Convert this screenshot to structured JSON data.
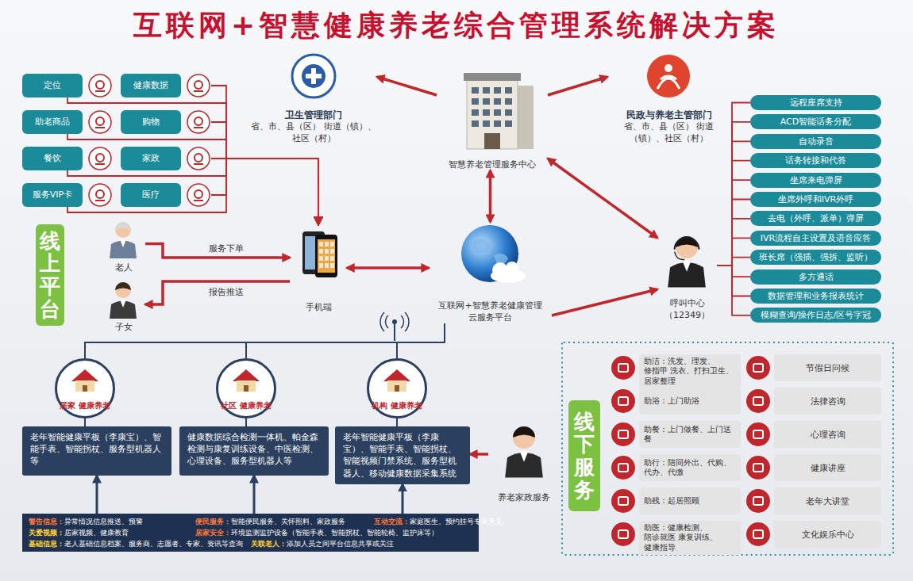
{
  "diagram": {
    "title": "互联网+智慧健康养老综合管理系统解决方案",
    "nodes": [
      {
        "text": [
          "定位"
        ]
      },
      {
        "text": [
          "健康数据"
        ]
      },
      {
        "text": [
          "助老商品"
        ]
      },
      {
        "text": [
          "购物"
        ]
      },
      {
        "text": [
          "餐饮"
        ]
      },
      {
        "text": [
          "家政"
        ]
      },
      {
        "text": [
          "服务VIP卡"
        ]
      },
      {
        "text": [
          "医疗"
        ]
      },
      {
        "text": [
          "卫生管理部门",
          "省、市、县（区） 街道（镇）、社区（村）"
        ]
      },
      {
        "text": [
          "智慧养老管理服务中心"
        ]
      },
      {
        "text": [
          "民政与养老主管部门",
          "省、市、县（区） 街道（镇）、社区（村）"
        ]
      },
      {
        "text": [
          "远程座席支持"
        ]
      },
      {
        "text": [
          "ACD智能话务分配"
        ]
      },
      {
        "text": [
          "自动录音"
        ]
      },
      {
        "text": [
          "话务转接和代答"
        ]
      },
      {
        "text": [
          "坐席来电弹屏"
        ]
      },
      {
        "text": [
          "坐席外呼和IVR外呼"
        ]
      },
      {
        "text": [
          "去电（外呼、派单）弹屏"
        ]
      },
      {
        "text": [
          "IVR流程自主设置及语音应答"
        ]
      },
      {
        "text": [
          "班长席（强插、强拆、监听）"
        ]
      },
      {
        "text": [
          "多方通话"
        ]
      },
      {
        "text": [
          "数据管理和业务报表统计"
        ]
      },
      {
        "text": [
          "模糊查询/操作日志/区号字冠"
        ]
      },
      {
        "text": [
          "线上平台"
        ]
      },
      {
        "text": [
          "老人"
        ]
      },
      {
        "text": [
          "子女"
        ]
      },
      {
        "text": [
          "手机端"
        ]
      },
      {
        "text": [
          "互联网+智慧养老健康管理 云服务平台"
        ]
      },
      {
        "text": [
          "呼叫中心 （12349）"
        ]
      },
      {
        "text": [
          "居家 健康养老"
        ]
      },
      {
        "text": [
          "社区 健康养老"
        ]
      },
      {
        "text": [
          "机构 健康养老"
        ]
      },
      {
        "text": [
          "老年智能健康平板（李康宝）、智能手表、智能拐杖、服务型机器人等"
        ]
      },
      {
        "text": [
          "健康数据综合检测一体机、帕金森检测与康复训练设备、中医检测、心理设备、服务型机器人等"
        ]
      },
      {
        "text": [
          "老年智能健康平板（李康宝）、智能手表、智能拐杖、智能视频门禁系统、服务型机器人、移动健康数据采集系统"
        ]
      },
      {
        "text": [
          "警告信息：",
          "异常情况信息推送、预警",
          "便民服务：",
          "智能便民服务、关怀照料、家政服务",
          "互动交流：",
          "家庭医生、预约挂号专家意见",
          "关爱视频：",
          "居家视频、健康教育",
          "居家安全：",
          "环境监测监护设备（智能手表、智能拐杖、智能轮椅、监护床等）",
          "基础信息：",
          "老人基础信息档案、服务商、志愿者、专家、资讯等查询",
          "关联老人：",
          "添加人员之间平台信息共享或关注"
        ]
      },
      {
        "text": [
          "养老家政服务"
        ]
      },
      {
        "text": [
          "线下服务"
        ]
      },
      {
        "text": [
          "助洁：洗发、理发、修指甲 洗衣、打扫卫生、居家整理"
        ]
      },
      {
        "text": [
          "助浴：上门助浴"
        ]
      },
      {
        "text": [
          "助餐：上门做餐、上门送餐"
        ]
      },
      {
        "text": [
          "助行：陪同外出、代购、代办、代缴"
        ]
      },
      {
        "text": [
          "助残：起居照顾"
        ]
      },
      {
        "text": [
          "助医：健康检测、陪诊就医 康复训练、健康指导"
        ]
      },
      {
        "text": [
          "节假日问候"
        ]
      },
      {
        "text": [
          "法律咨询"
        ]
      },
      {
        "text": [
          "心理咨询"
        ]
      },
      {
        "text": [
          "健康讲座"
        ]
      },
      {
        "text": [
          "老年大讲堂"
        ]
      },
      {
        "text": [
          "文化娱乐中心"
        ]
      }
    ],
    "edges": [
      {
        "from": 0,
        "to": 26,
        "arrow": "to"
      },
      {
        "from": 1,
        "to": 26,
        "arrow": "to"
      },
      {
        "from": 2,
        "to": 26,
        "arrow": "to"
      },
      {
        "from": 3,
        "to": 26,
        "arrow": "to"
      },
      {
        "from": 4,
        "to": 26,
        "arrow": "to"
      },
      {
        "from": 5,
        "to": 26,
        "arrow": "to"
      },
      {
        "from": 6,
        "to": 26,
        "arrow": "to"
      },
      {
        "from": 7,
        "to": 26,
        "arrow": "to"
      },
      {
        "from": 9,
        "to": 8,
        "arrow": "to"
      },
      {
        "from": 9,
        "to": 10,
        "arrow": "to"
      },
      {
        "from": 9,
        "to": 27,
        "arrow": "both"
      },
      {
        "from": 9,
        "to": 28,
        "arrow": "both"
      },
      {
        "from": 26,
        "to": 27,
        "arrow": "both"
      },
      {
        "from": 27,
        "to": 28,
        "arrow": "to"
      },
      {
        "from": 24,
        "to": 26,
        "label": "服务下单",
        "arrow": "to"
      },
      {
        "from": 26,
        "to": 25,
        "label": "报告推送",
        "arrow": "to"
      },
      {
        "from": 28,
        "to": 11,
        "arrow": "none"
      },
      {
        "from": 28,
        "to": 12,
        "arrow": "none"
      },
      {
        "from": 28,
        "to": 13,
        "arrow": "none"
      },
      {
        "from": 28,
        "to": 14,
        "arrow": "none"
      },
      {
        "from": 28,
        "to": 15,
        "arrow": "none"
      },
      {
        "from": 28,
        "to": 16,
        "arrow": "none"
      },
      {
        "from": 28,
        "to": 17,
        "arrow": "none"
      },
      {
        "from": 28,
        "to": 18,
        "arrow": "none"
      },
      {
        "from": 28,
        "to": 19,
        "arrow": "none"
      },
      {
        "from": 28,
        "to": 20,
        "arrow": "none"
      },
      {
        "from": 28,
        "to": 21,
        "arrow": "none"
      },
      {
        "from": 28,
        "to": 22,
        "arrow": "none"
      },
      {
        "from": 27,
        "to": 29,
        "arrow": "none"
      },
      {
        "from": 27,
        "to": 30,
        "arrow": "none"
      },
      {
        "from": 27,
        "to": 31,
        "arrow": "none"
      },
      {
        "from": 29,
        "to": 32,
        "arrow": "none"
      },
      {
        "from": 30,
        "to": 33,
        "arrow": "none"
      },
      {
        "from": 31,
        "to": 34,
        "arrow": "none"
      },
      {
        "from": 35,
        "to": 32,
        "arrow": "to"
      },
      {
        "from": 35,
        "to": 33,
        "arrow": "to"
      },
      {
        "from": 35,
        "to": 34,
        "arrow": "to"
      },
      {
        "from": 36,
        "to": 34,
        "arrow": "to"
      }
    ]
  }
}
